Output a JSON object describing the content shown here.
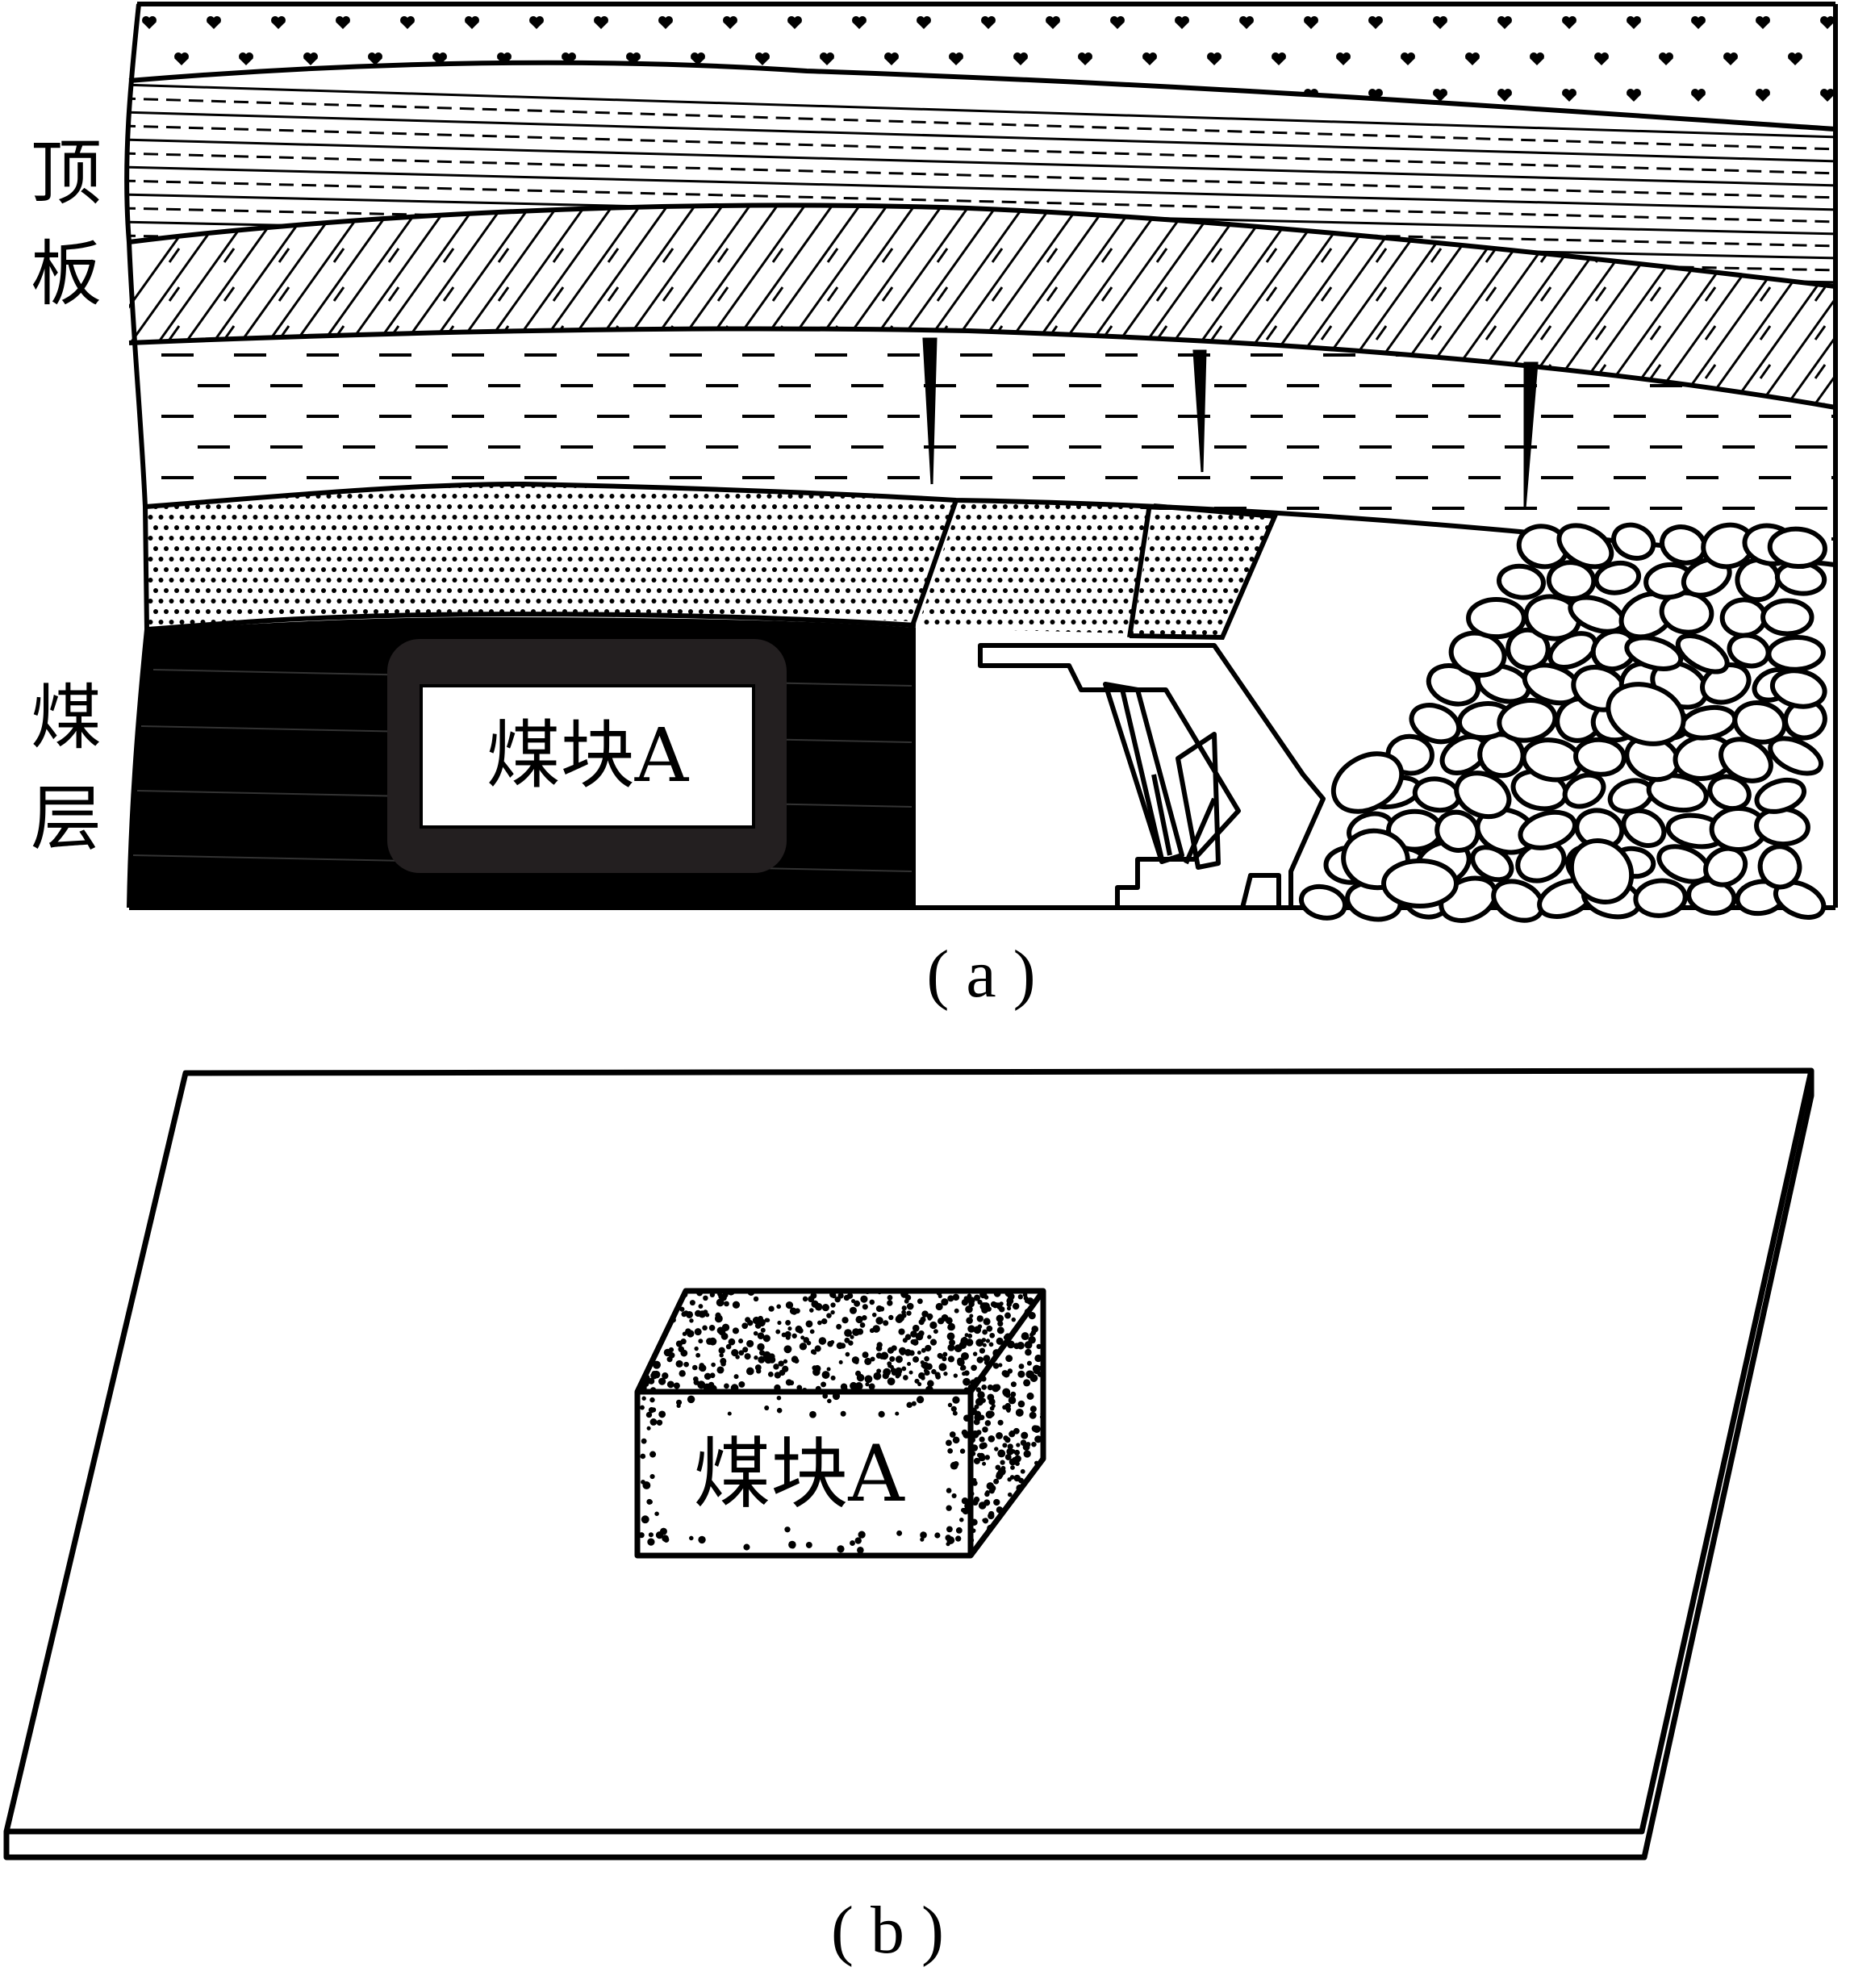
{
  "panel_a": {
    "roof_label_1": "顶",
    "roof_label_2": "板",
    "seam_label_1": "煤",
    "seam_label_2": "层",
    "block_label": "煤块A",
    "caption": "( a )"
  },
  "panel_b": {
    "block_label": "煤块A",
    "caption": "( b )"
  },
  "colors": {
    "ink": "#000000",
    "paper": "#ffffff",
    "coal": "#000000"
  }
}
